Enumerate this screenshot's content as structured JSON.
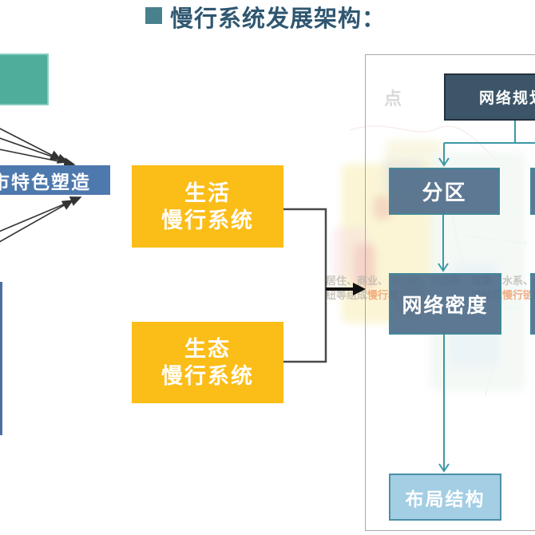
{
  "slide": {
    "title": "慢行系统发展架构：",
    "colors": {
      "title_text": "#2F5771",
      "bullet_teal": "#47818D",
      "teal_box": "#4EAD9B",
      "steel_blue": "#4E79AE",
      "yellow": "#FBBD17",
      "dark_navy": "#3C5568",
      "slate_blue": "#4F6D8A",
      "light_blue": "#A3CEE4",
      "teal_line": "#3D98A6"
    }
  },
  "left_flow": {
    "feature_box": "城市特色塑造",
    "life_box": {
      "line1": "生活",
      "line2": "慢行系统"
    },
    "eco_box": {
      "line1": "生态",
      "line2": "慢行系统"
    }
  },
  "panel": {
    "corner_label": "点",
    "root_box": "网络规划",
    "node_partition": "分区",
    "node_density": "网络密度",
    "node_layout": "布局结构",
    "faint_left": {
      "line1": "居住、商业、中小学、交通枢",
      "line2_prefix": "纽等组成",
      "line2_highlight": "慢行核"
    },
    "faint_right": {
      "line1": "道路、水系、绿带",
      "line2_prefix": "等组成",
      "line2_highlight": "慢行链条"
    }
  }
}
